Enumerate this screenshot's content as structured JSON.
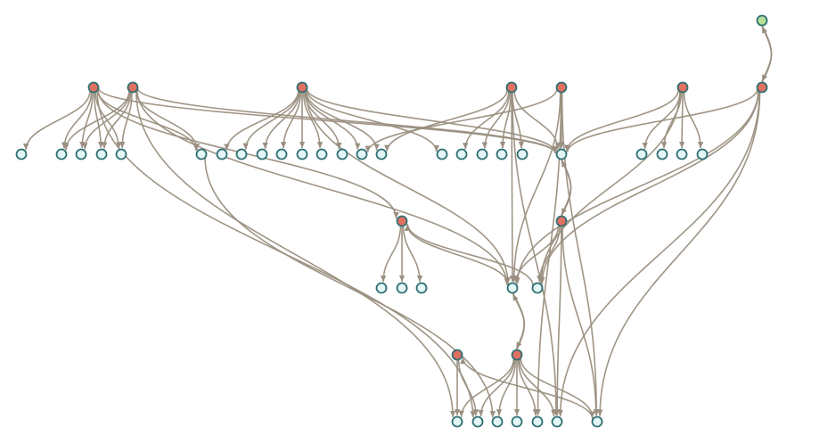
{
  "colors": {
    "background": "#ffffff",
    "edge": "#9a8f80",
    "node_stroke": "#2f6f73",
    "root_fill": "#b5e09a",
    "hub_fill": "#e07060",
    "leaf_fill": "#e4f6f6"
  },
  "nodes": [
    {
      "id": "root",
      "kind": "root"
    },
    {
      "id": "h1",
      "kind": "hub"
    },
    {
      "id": "h2",
      "kind": "hub"
    },
    {
      "id": "h3",
      "kind": "hub"
    },
    {
      "id": "h4",
      "kind": "hub"
    },
    {
      "id": "h5",
      "kind": "hub"
    },
    {
      "id": "h6",
      "kind": "hub"
    },
    {
      "id": "h7",
      "kind": "hub"
    },
    {
      "id": "h8",
      "kind": "hub"
    },
    {
      "id": "h9",
      "kind": "hub"
    },
    {
      "id": "h10",
      "kind": "hub"
    },
    {
      "id": "h11",
      "kind": "hub"
    },
    {
      "id": "a1",
      "kind": "leaf"
    },
    {
      "id": "a2",
      "kind": "leaf"
    },
    {
      "id": "a3",
      "kind": "leaf"
    },
    {
      "id": "a4",
      "kind": "leaf"
    },
    {
      "id": "a5",
      "kind": "leaf"
    },
    {
      "id": "a6",
      "kind": "leaf"
    },
    {
      "id": "a7",
      "kind": "leaf"
    },
    {
      "id": "a8",
      "kind": "leaf"
    },
    {
      "id": "a9",
      "kind": "leaf"
    },
    {
      "id": "a10",
      "kind": "leaf"
    },
    {
      "id": "a11",
      "kind": "leaf"
    },
    {
      "id": "a12",
      "kind": "leaf"
    },
    {
      "id": "a13",
      "kind": "leaf"
    },
    {
      "id": "a14",
      "kind": "leaf"
    },
    {
      "id": "a15",
      "kind": "leaf"
    },
    {
      "id": "a16",
      "kind": "leaf"
    },
    {
      "id": "a17",
      "kind": "leaf"
    },
    {
      "id": "a18",
      "kind": "leaf"
    },
    {
      "id": "a19",
      "kind": "leaf"
    },
    {
      "id": "a20",
      "kind": "leaf"
    },
    {
      "id": "a21",
      "kind": "leaf"
    },
    {
      "id": "a22",
      "kind": "leaf"
    },
    {
      "id": "a23",
      "kind": "leaf"
    },
    {
      "id": "a24",
      "kind": "leaf"
    },
    {
      "id": "a25",
      "kind": "leaf"
    },
    {
      "id": "b1",
      "kind": "leaf"
    },
    {
      "id": "b2",
      "kind": "leaf"
    },
    {
      "id": "b3",
      "kind": "leaf"
    },
    {
      "id": "b4",
      "kind": "leaf"
    },
    {
      "id": "b5",
      "kind": "leaf"
    },
    {
      "id": "c1",
      "kind": "leaf"
    },
    {
      "id": "c2",
      "kind": "leaf"
    },
    {
      "id": "c3",
      "kind": "leaf"
    },
    {
      "id": "c4",
      "kind": "leaf"
    },
    {
      "id": "c5",
      "kind": "leaf"
    },
    {
      "id": "c6",
      "kind": "leaf"
    },
    {
      "id": "c7",
      "kind": "leaf"
    }
  ],
  "edges": [
    [
      "root",
      "h7"
    ],
    [
      "h7",
      "root"
    ],
    [
      "h1",
      "a1"
    ],
    [
      "h1",
      "a2"
    ],
    [
      "h1",
      "a3"
    ],
    [
      "h1",
      "a4"
    ],
    [
      "h1",
      "a5"
    ],
    [
      "h1",
      "a6"
    ],
    [
      "h2",
      "a2"
    ],
    [
      "h2",
      "a3"
    ],
    [
      "h2",
      "a4"
    ],
    [
      "h2",
      "a5"
    ],
    [
      "h2",
      "a6"
    ],
    [
      "h1",
      "a21"
    ],
    [
      "h2",
      "a21"
    ],
    [
      "h1",
      "h8"
    ],
    [
      "h2",
      "b4"
    ],
    [
      "h2",
      "c1"
    ],
    [
      "h1",
      "c2"
    ],
    [
      "h3",
      "a7"
    ],
    [
      "h3",
      "a8"
    ],
    [
      "h3",
      "a9"
    ],
    [
      "h3",
      "a10"
    ],
    [
      "h3",
      "a11"
    ],
    [
      "h3",
      "a12"
    ],
    [
      "h3",
      "a13"
    ],
    [
      "h3",
      "a14"
    ],
    [
      "h3",
      "a15"
    ],
    [
      "h3",
      "a16"
    ],
    [
      "h3",
      "a21"
    ],
    [
      "h3",
      "b4"
    ],
    [
      "h4",
      "a17"
    ],
    [
      "h4",
      "a18"
    ],
    [
      "h4",
      "a19"
    ],
    [
      "h4",
      "a20"
    ],
    [
      "h4",
      "a21"
    ],
    [
      "h4",
      "a15"
    ],
    [
      "h4",
      "b4"
    ],
    [
      "h4",
      "c6"
    ],
    [
      "h5",
      "a21"
    ],
    [
      "h5",
      "a14"
    ],
    [
      "h5",
      "b4"
    ],
    [
      "h5",
      "c7"
    ],
    [
      "h5",
      "c5"
    ],
    [
      "h6",
      "a22"
    ],
    [
      "h6",
      "a23"
    ],
    [
      "h6",
      "a24"
    ],
    [
      "h6",
      "a25"
    ],
    [
      "h6",
      "a21"
    ],
    [
      "h6",
      "b5"
    ],
    [
      "h7",
      "a21"
    ],
    [
      "h7",
      "b4"
    ],
    [
      "h7",
      "b5"
    ],
    [
      "h7",
      "c7"
    ],
    [
      "h7",
      "c6"
    ],
    [
      "a21",
      "h9"
    ],
    [
      "h9",
      "a21"
    ],
    [
      "h9",
      "b4"
    ],
    [
      "h9",
      "b5"
    ],
    [
      "h9",
      "c6"
    ],
    [
      "h9",
      "c7"
    ],
    [
      "h8",
      "b1"
    ],
    [
      "h8",
      "b2"
    ],
    [
      "h8",
      "b3"
    ],
    [
      "b4",
      "h8"
    ],
    [
      "b5",
      "h8"
    ],
    [
      "a6",
      "c3"
    ],
    [
      "b4",
      "h11"
    ],
    [
      "h11",
      "b4"
    ],
    [
      "h10",
      "c1"
    ],
    [
      "h10",
      "c2"
    ],
    [
      "h11",
      "c1"
    ],
    [
      "h11",
      "c2"
    ],
    [
      "h11",
      "c3"
    ],
    [
      "h11",
      "c4"
    ],
    [
      "h11",
      "c5"
    ],
    [
      "h11",
      "c6"
    ],
    [
      "h11",
      "c7"
    ],
    [
      "c7",
      "h10"
    ]
  ]
}
